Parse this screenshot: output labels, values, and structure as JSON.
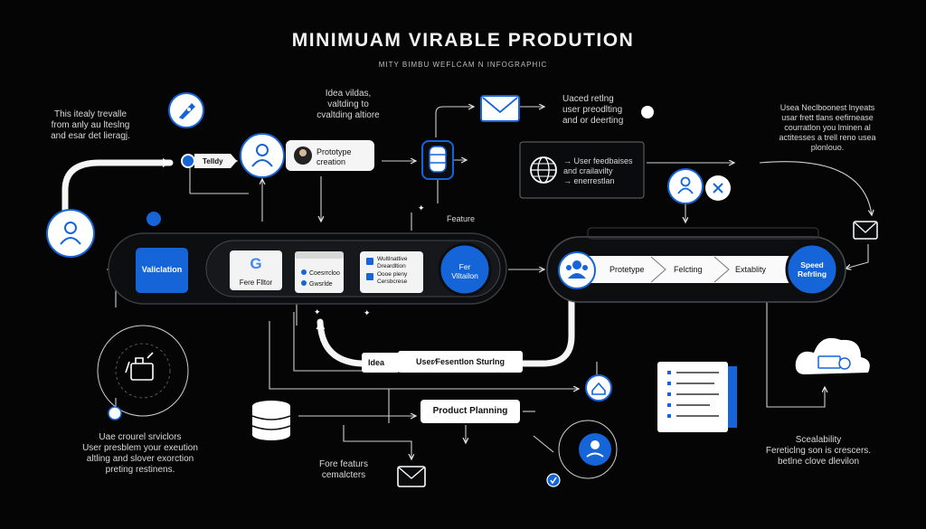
{
  "header": {
    "title": "MINIMUAM VIRABLE PRODUTION",
    "subtitle": "MITY BIMBU WEFLCAM N INFOGRAPHIC"
  },
  "colors": {
    "accent": "#1565d8",
    "background": "#050506",
    "line": "#e6e6e6"
  },
  "left_top_text": [
    "This itealy trevalle",
    "from anly au lteslng",
    "and esar det lieragj."
  ],
  "idea_text": [
    "Idea vildas,",
    "valtding to",
    "cvaltding altiore"
  ],
  "tellly_label": "Telldy",
  "prototype_creation": [
    "Prototype",
    "creation"
  ],
  "user_rating_text": [
    "Uaced retlng",
    "user preodlting",
    "and or deerting"
  ],
  "right_top_text": [
    "Usea Neclboonest lnyeats",
    "usar frett tlans eefirnease",
    "courratlon you lminen al",
    "actitesses a trell reno usea",
    "plonlouo."
  ],
  "user_feedback_text": [
    "→ User feedbaises",
    "and crailavilty",
    "→ enerrestlan"
  ],
  "feature_label": "Feature",
  "validation_label": "Valiclation",
  "google_label": "Fere Flltor",
  "consideration": [
    "Coesrrcloo",
    "Gwsrlde"
  ],
  "multi_card": [
    "Wultlnattive",
    "Dreardltion",
    "Oooe pleny",
    "Cersbcrese"
  ],
  "for_validation": [
    "Fer",
    "Viltailon"
  ],
  "pipeline_steps": [
    "Protetype",
    "Felcting",
    "Extablity"
  ],
  "speed_refining": [
    "Speed",
    "Refrling"
  ],
  "idea_pill": "Idea",
  "user_presentation_pill": "User⁄Fesentlon Sturlng",
  "product_planning": "Product Planning",
  "left_bottom_text": [
    "Uae crourel srviclors",
    "User presblem your exeution",
    "altling and slover exorction",
    "preting restinens."
  ],
  "core_features": [
    "Fore featurs",
    "cemalcters"
  ],
  "scalability_text": [
    "Scealability",
    "Fereticlng son is crescers.",
    "betlne clove dlevilon"
  ]
}
